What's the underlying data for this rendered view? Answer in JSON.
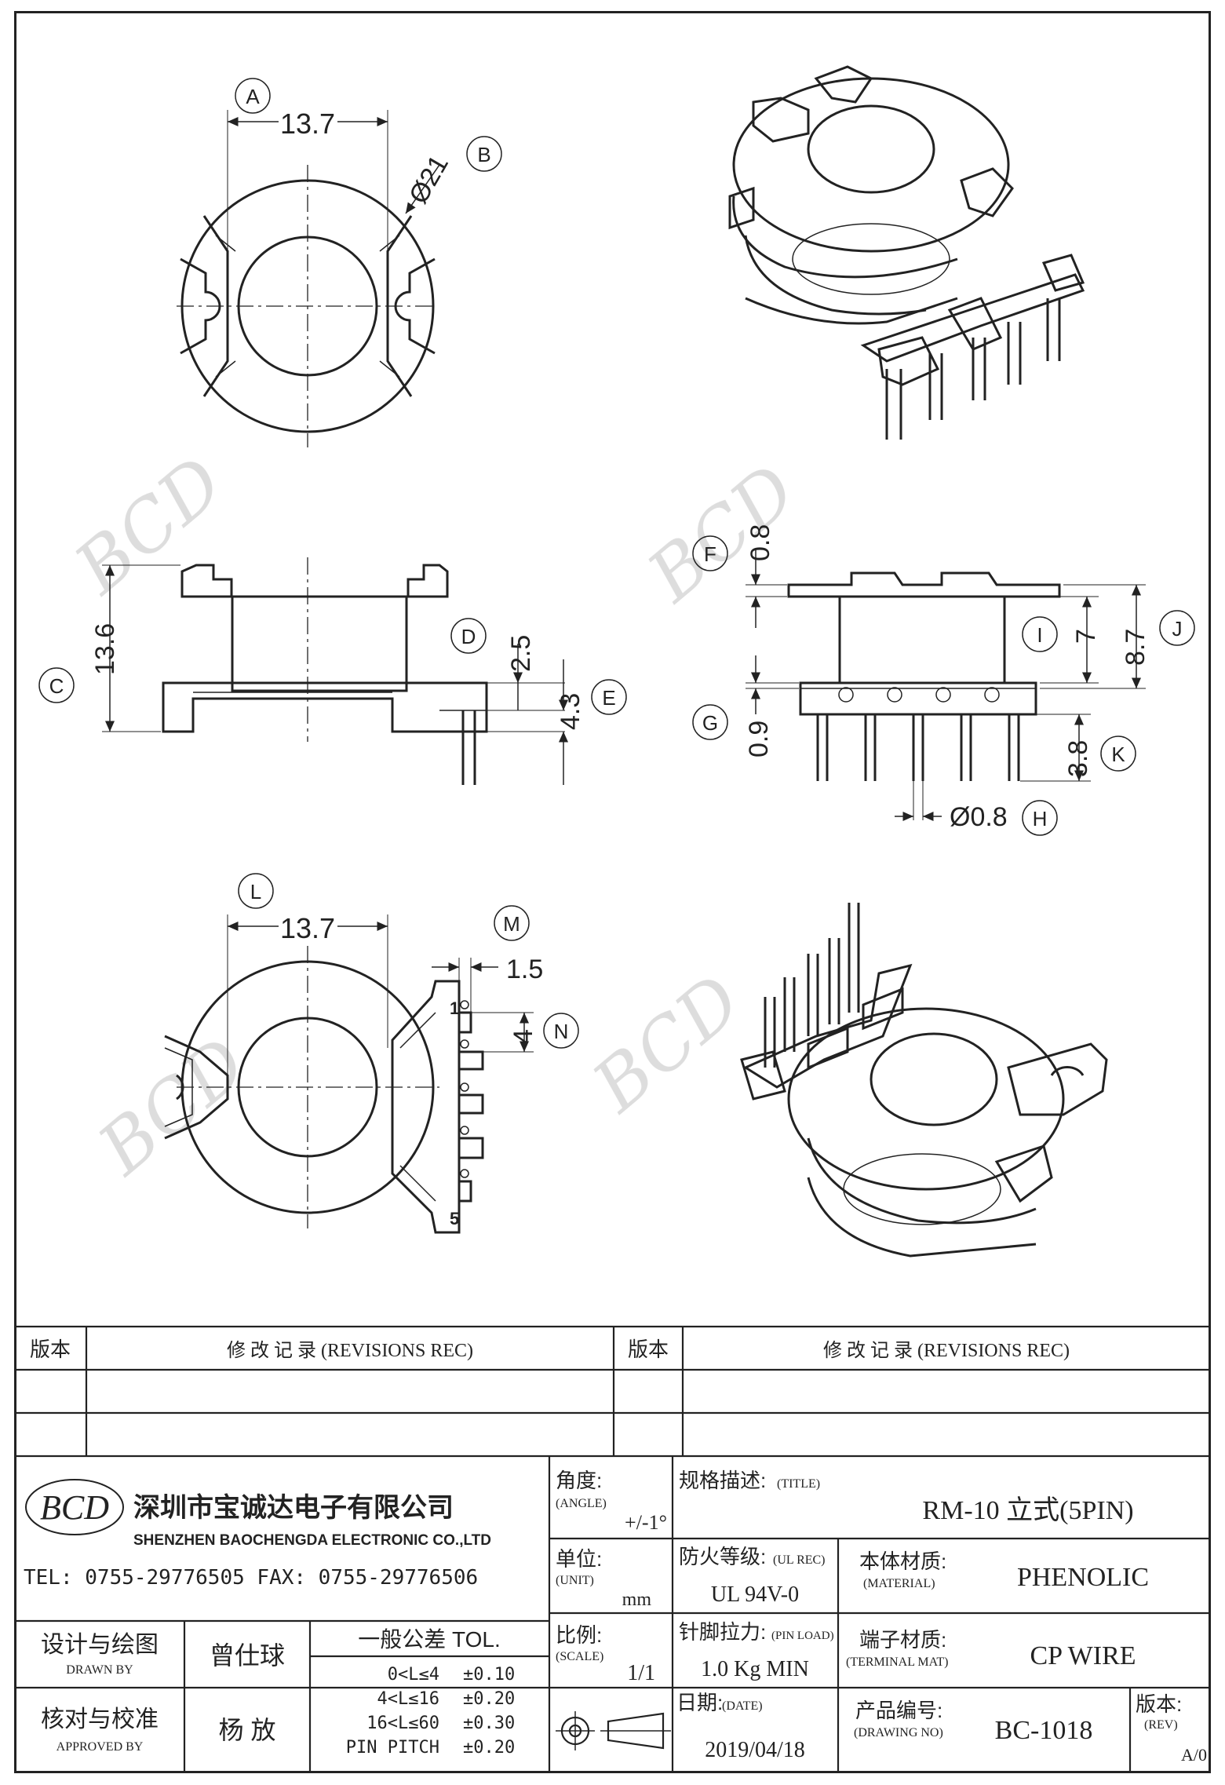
{
  "views": {
    "top": {
      "dim_width": "13.7",
      "dim_dia": "Ø21",
      "label_a": "A",
      "label_b": "B"
    },
    "front": {
      "dim_height": "13.6",
      "dim_flange": "2.5",
      "dim_pin_gap": "4.3",
      "label_c": "C",
      "label_d": "D",
      "label_e": "E"
    },
    "side": {
      "dim_top": "0.8",
      "dim_inner": "7",
      "dim_total": "8.7",
      "dim_base": "0.9",
      "dim_pin_len": "3.8",
      "dim_pin_dia": "Ø0.8",
      "label_f": "F",
      "label_i": "I",
      "label_j": "J",
      "label_g": "G",
      "label_k": "K",
      "label_h": "H"
    },
    "bottom": {
      "dim_width": "13.7",
      "dim_pitch": "1.5",
      "dim_pin_span": "4",
      "pin_first": "1",
      "pin_last": "5",
      "label_l": "L",
      "label_m": "M",
      "label_n": "N"
    }
  },
  "watermark": "BCD",
  "revisions": {
    "col_version": "版本",
    "col_record": "修  改  记  录  (REVISIONS REC)"
  },
  "company": {
    "logo_text": "BCD",
    "name_cn": "深圳市宝诚达电子有限公司",
    "name_en": "SHENZHEN BAOCHENGDA ELECTRONIC CO.,LTD",
    "contact": "TEL: 0755-29776505  FAX: 0755-29776506"
  },
  "title_block": {
    "angle_label": "角度:",
    "angle_label_en": "(ANGLE)",
    "angle_value": "+/-1°",
    "title_label": "规格描述:",
    "title_label_en": "(TITLE)",
    "title_value": "RM-10 立式(5PIN)",
    "unit_label": "单位:",
    "unit_label_en": "(UNIT)",
    "unit_value": "mm",
    "ul_label": "防火等级:",
    "ul_label_en": "(UL REC)",
    "ul_value": "UL 94V-0",
    "material_label": "本体材质:",
    "material_label_en": "(MATERIAL)",
    "material_value": "PHENOLIC",
    "designer_label": "设计与绘图",
    "designer_label_en": "DRAWN BY",
    "designer_value": "曾仕球",
    "tol_label": "一般公差  TOL.",
    "tol_rows": [
      {
        "range": "0<L≤4",
        "value": "±0.10"
      },
      {
        "range": "4<L≤16",
        "value": "±0.20"
      },
      {
        "range": "16<L≤60",
        "value": "±0.30"
      },
      {
        "range": "PIN PITCH",
        "value": "±0.20"
      }
    ],
    "scale_label": "比例:",
    "scale_label_en": "(SCALE)",
    "scale_value": "1/1",
    "pin_load_label": "针脚拉力:",
    "pin_load_label_en": "(PIN LOAD)",
    "pin_load_value": "1.0 Kg MIN",
    "terminal_label": "端子材质:",
    "terminal_label_en": "(TERMINAL MAT)",
    "terminal_value": "CP WIRE",
    "approver_label": "核对与校准",
    "approver_label_en": "APPROVED BY",
    "approver_value": "杨    放",
    "date_label": "日期:",
    "date_label_en": "(DATE)",
    "date_value": "2019/04/18",
    "drawing_no_label": "产品编号:",
    "drawing_no_label_en": "(DRAWING NO)",
    "drawing_no_value": "BC-1018",
    "rev_label": "版本:",
    "rev_label_en": "(REV)",
    "rev_value": "A/0"
  }
}
